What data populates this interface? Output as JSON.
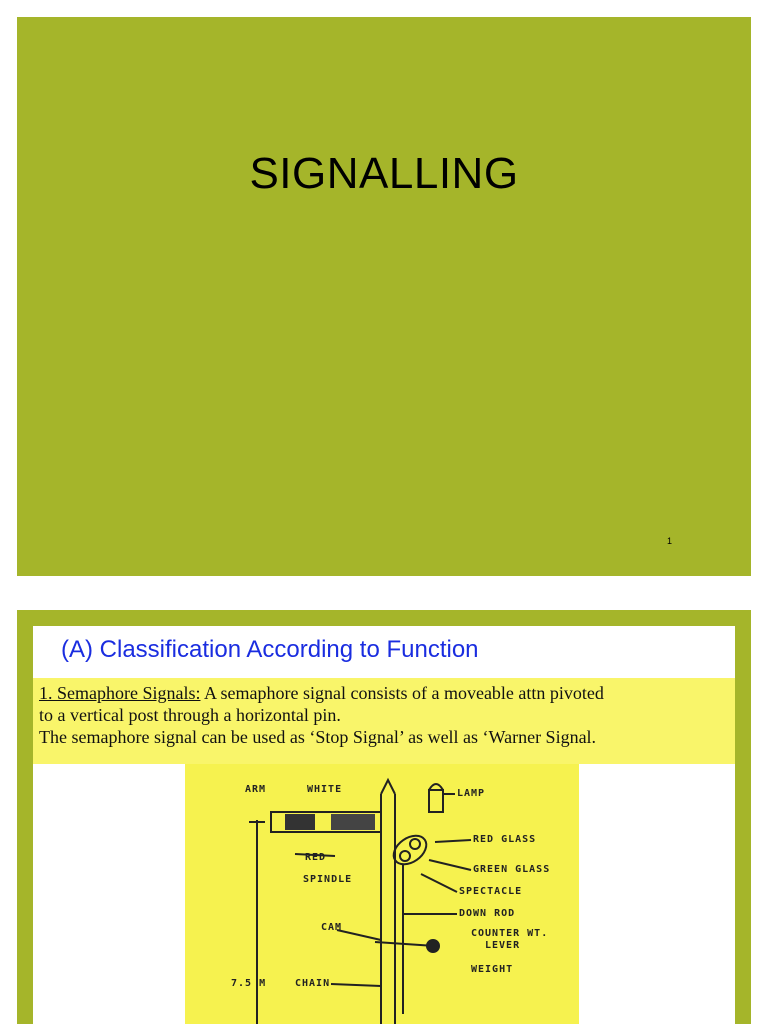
{
  "slide1": {
    "title": "SIGNALLING",
    "page_number": "1"
  },
  "slide2": {
    "heading": "(A) Classification According to Function",
    "paragraph": {
      "term": "1. Semaphore Signals:",
      "line1_rest": " A semaphore signal consists of a moveable attn pivoted",
      "line2": "to a vertical post through a horizontal pin.",
      "line3": "The semaphore signal can be used as ‘Stop Signal’ as well as ‘Warner Signal."
    },
    "figure_labels": {
      "arm": "ARM",
      "white": "WHITE",
      "lamp": "LAMP",
      "red": "RED",
      "red_glass": "RED GLASS",
      "spindle": "SPINDLE",
      "green_glass": "GREEN GLASS",
      "spectacle": "SPECTACLE",
      "down_rod": "DOWN ROD",
      "cam": "CAM",
      "counter_wt_lever_1": "COUNTER WT.",
      "counter_wt_lever_2": "LEVER",
      "weight": "WEIGHT",
      "height": "7.5 M",
      "chain": "CHAIN"
    }
  }
}
